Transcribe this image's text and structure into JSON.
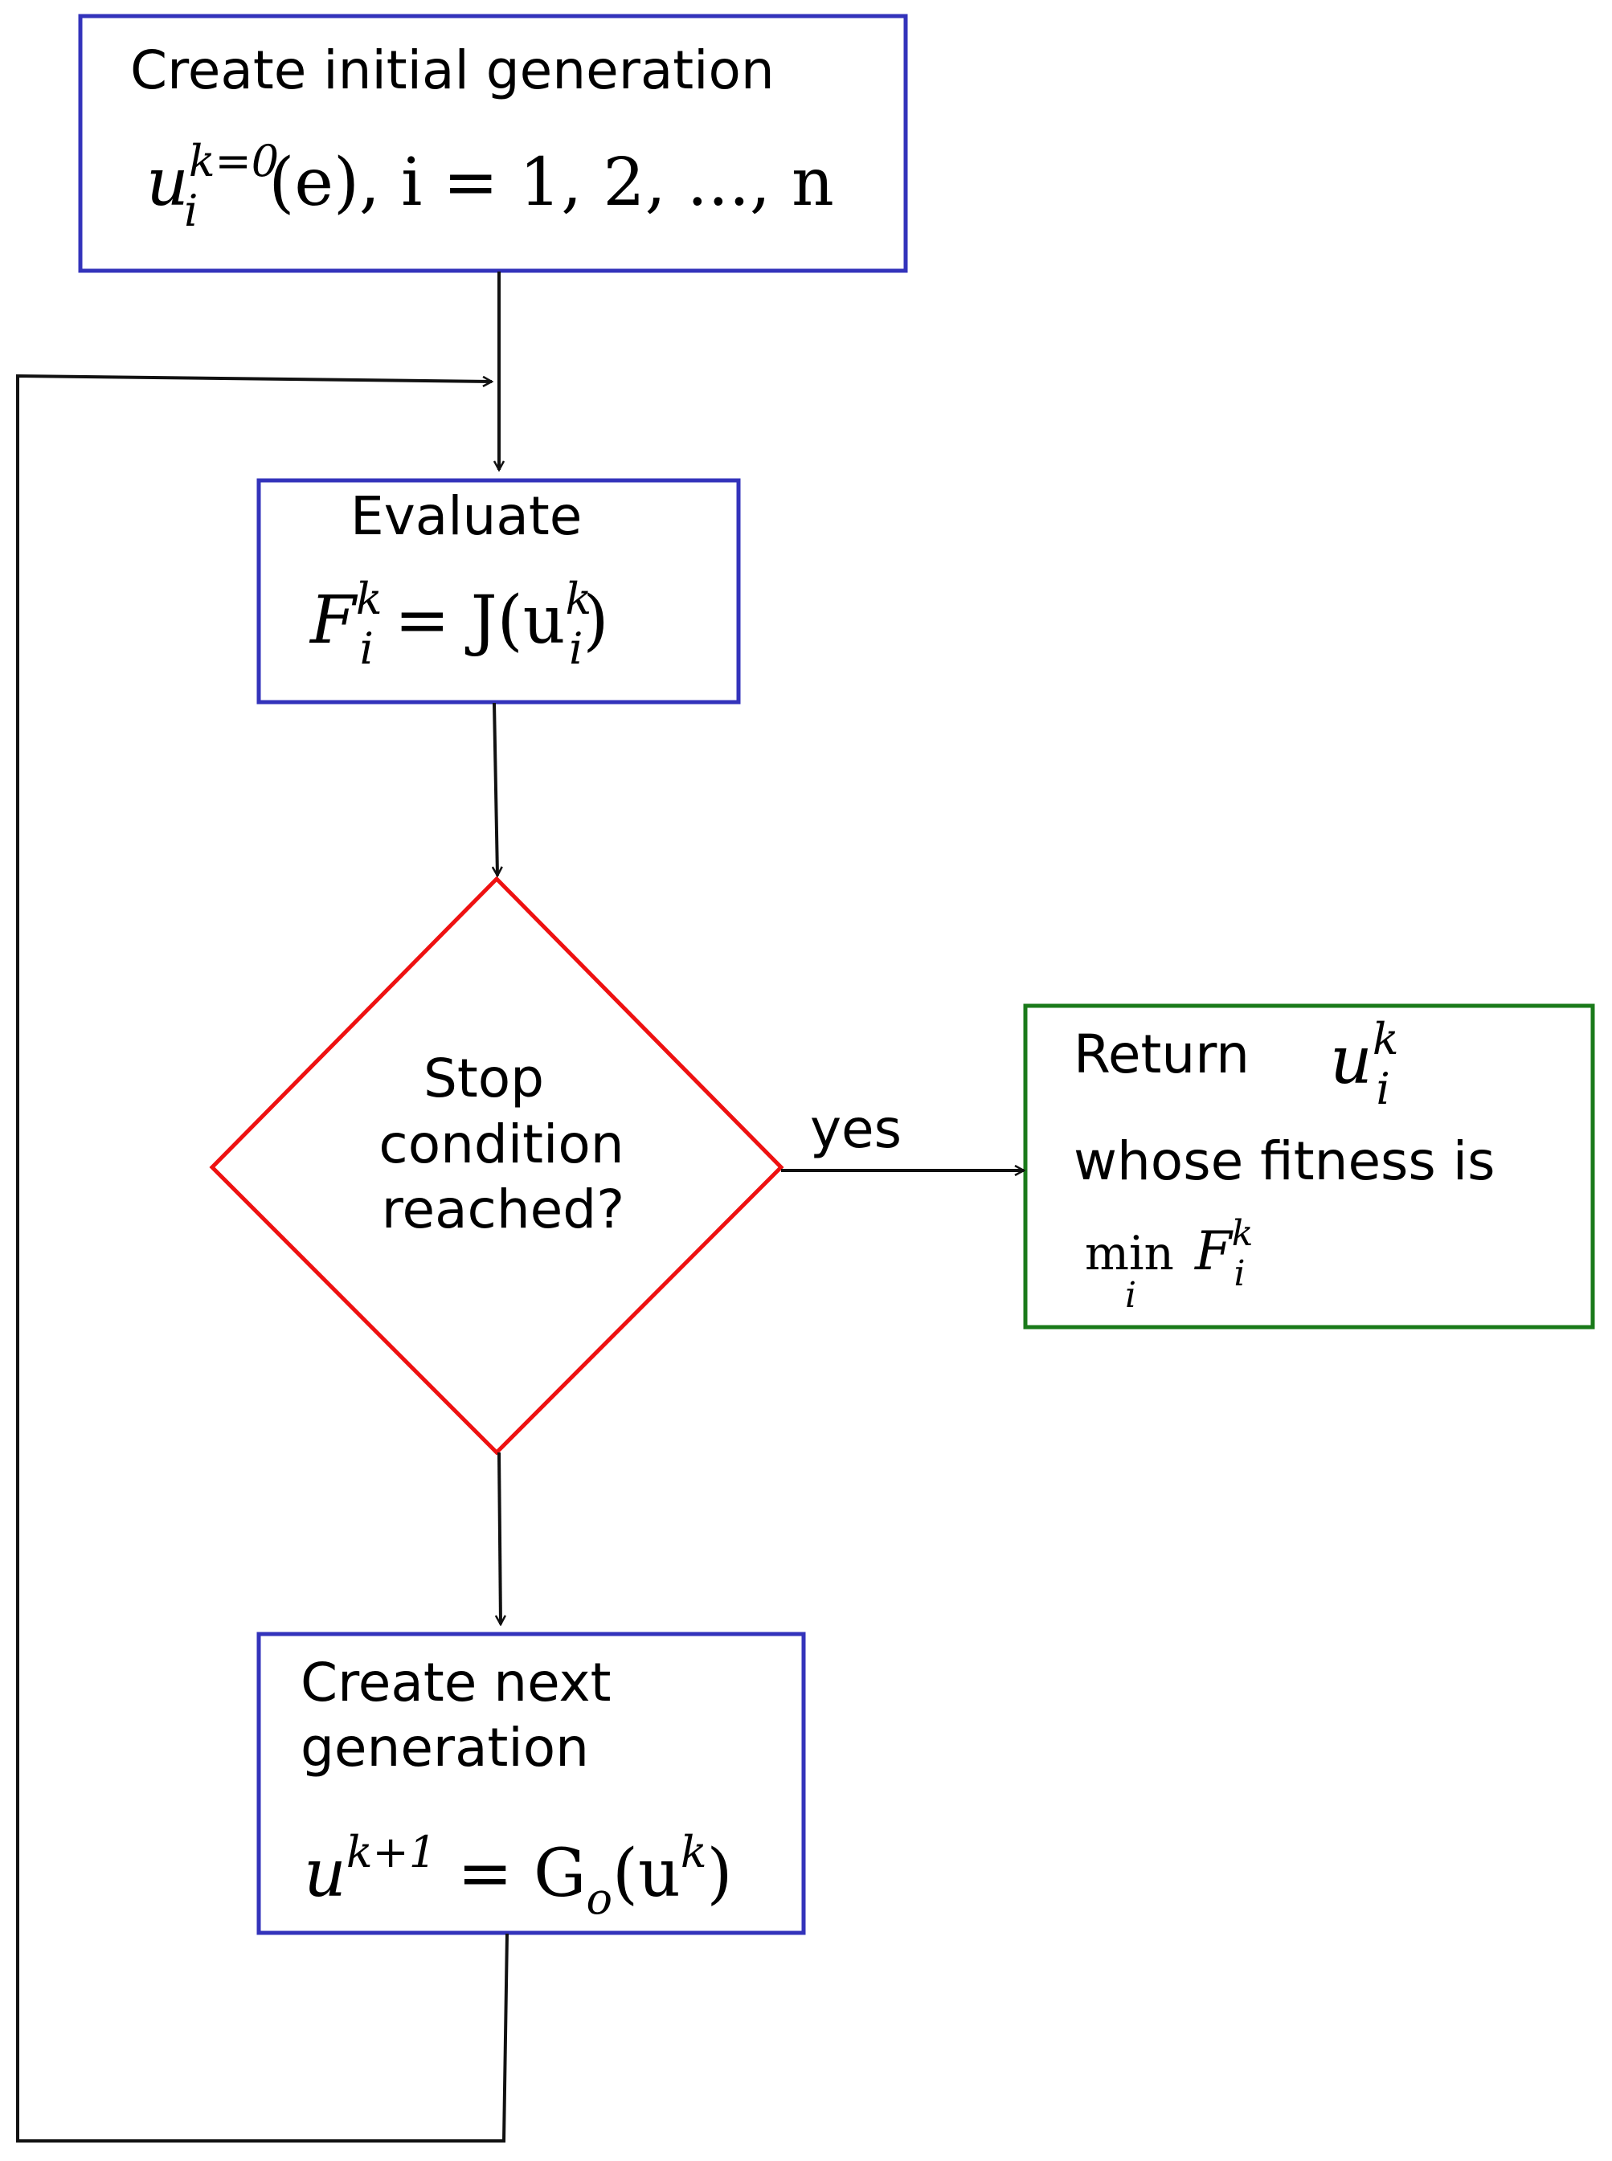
{
  "colors": {
    "process_box": "#3333bb",
    "decision": "#ee1111",
    "terminal_box": "#1a7a1a",
    "connector": "#111111"
  },
  "box_initial": {
    "label": "Create initial generation",
    "formula": {
      "base": "u",
      "sup": "k=0",
      "sub": "i",
      "rest": "(e),  i = 1, 2, ..., n"
    }
  },
  "box_evaluate": {
    "label": "Evaluate",
    "formula": {
      "F": "F",
      "F_sup": "k",
      "F_sub": "i",
      "mid": " = J(u",
      "u_sup": "k",
      "u_sub": "i",
      "end": ")"
    }
  },
  "decision": {
    "lines": [
      "Stop",
      "condition",
      "reached?"
    ]
  },
  "edge_yes": {
    "label": "yes"
  },
  "box_return": {
    "line1": "Return",
    "var": {
      "base": "u",
      "sup": "k",
      "sub": "i"
    },
    "line2": "whose fitness is",
    "min": {
      "op": "min",
      "op_sub": "i",
      "F": "F",
      "F_sup": "k",
      "F_sub": "i"
    }
  },
  "box_next": {
    "label_line1": "Create next",
    "label_line2": "generation",
    "formula": {
      "lhs": "u",
      "lhs_sup": "k+1",
      "mid": " = G",
      "G_sub": "o",
      "open": "(u",
      "u_sup": "k",
      "close": ")"
    }
  }
}
